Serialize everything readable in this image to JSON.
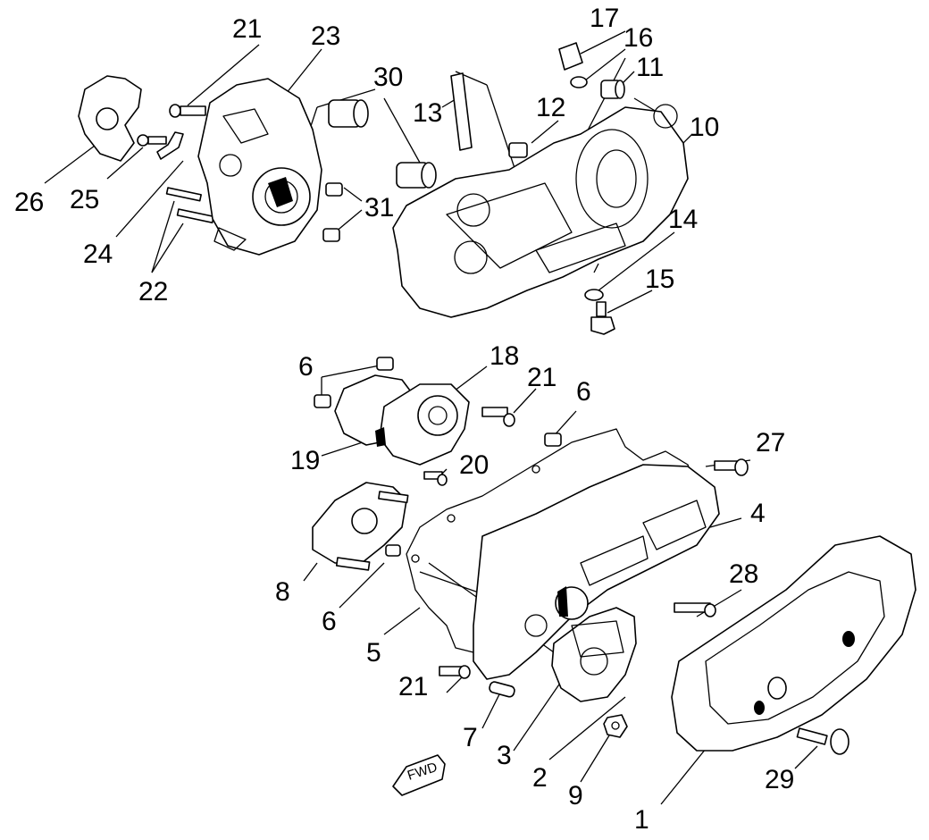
{
  "diagram": {
    "callouts": [
      {
        "id": "c1",
        "text": "1"
      },
      {
        "id": "c2",
        "text": "2"
      },
      {
        "id": "c3",
        "text": "3"
      },
      {
        "id": "c4",
        "text": "4"
      },
      {
        "id": "c5",
        "text": "5"
      },
      {
        "id": "c6a",
        "text": "6"
      },
      {
        "id": "c6b",
        "text": "6"
      },
      {
        "id": "c6c",
        "text": "6"
      },
      {
        "id": "c7",
        "text": "7"
      },
      {
        "id": "c8",
        "text": "8"
      },
      {
        "id": "c9",
        "text": "9"
      },
      {
        "id": "c10",
        "text": "10"
      },
      {
        "id": "c11",
        "text": "11"
      },
      {
        "id": "c12",
        "text": "12"
      },
      {
        "id": "c13",
        "text": "13"
      },
      {
        "id": "c14",
        "text": "14"
      },
      {
        "id": "c15",
        "text": "15"
      },
      {
        "id": "c16",
        "text": "16"
      },
      {
        "id": "c17",
        "text": "17"
      },
      {
        "id": "c18",
        "text": "18"
      },
      {
        "id": "c19",
        "text": "19"
      },
      {
        "id": "c20",
        "text": "20"
      },
      {
        "id": "c21a",
        "text": "21"
      },
      {
        "id": "c21b",
        "text": "21"
      },
      {
        "id": "c21c",
        "text": "21"
      },
      {
        "id": "c22",
        "text": "22"
      },
      {
        "id": "c23",
        "text": "23"
      },
      {
        "id": "c24",
        "text": "24"
      },
      {
        "id": "c25",
        "text": "25"
      },
      {
        "id": "c26",
        "text": "26"
      },
      {
        "id": "c27",
        "text": "27"
      },
      {
        "id": "c28",
        "text": "28"
      },
      {
        "id": "c29",
        "text": "29"
      },
      {
        "id": "c30",
        "text": "30"
      },
      {
        "id": "c31",
        "text": "31"
      }
    ],
    "fwd_tag": "FWD"
  }
}
